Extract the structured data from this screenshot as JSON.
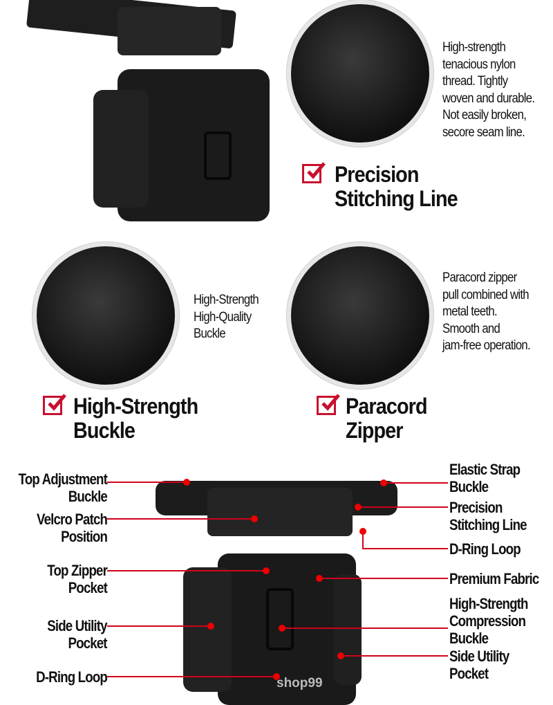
{
  "features": [
    {
      "title_lines": [
        "Precision",
        "Stitching Line"
      ],
      "description_lines": [
        "High-strength",
        "tenacious nylon",
        "thread. Tightly",
        "woven and durable.",
        "Not easily broken,",
        "secore seam line."
      ]
    },
    {
      "title_lines": [
        "High-Strength",
        "Buckle"
      ],
      "description_lines": [
        "High-Strength",
        "High-Quality",
        "Buckle"
      ]
    },
    {
      "title_lines": [
        "Paracord",
        "Zipper"
      ],
      "description_lines": [
        "Paracord zipper",
        "pull combined with",
        "metal teeth.",
        "Smooth and",
        "jam-free operation."
      ]
    }
  ],
  "callouts_left": [
    [
      "Top Adjustment",
      "Buckle"
    ],
    [
      "Velcro Patch",
      "Position"
    ],
    [
      "Top Zipper",
      "Pocket"
    ],
    [
      "Side Utility",
      "Pocket"
    ],
    [
      "D-Ring Loop"
    ]
  ],
  "callouts_right": [
    [
      "Elastic Strap",
      "Buckle"
    ],
    [
      "Precision",
      "Stitching Line"
    ],
    [
      "D-Ring Loop"
    ],
    [
      "Premium Fabric"
    ],
    [
      "High-Strength",
      "Compression",
      "Buckle"
    ],
    [
      "Side Utility",
      "Pocket"
    ]
  ],
  "watermark": "shop99",
  "colors": {
    "accent": "#c8102e",
    "bag": "#1a1a1a"
  }
}
